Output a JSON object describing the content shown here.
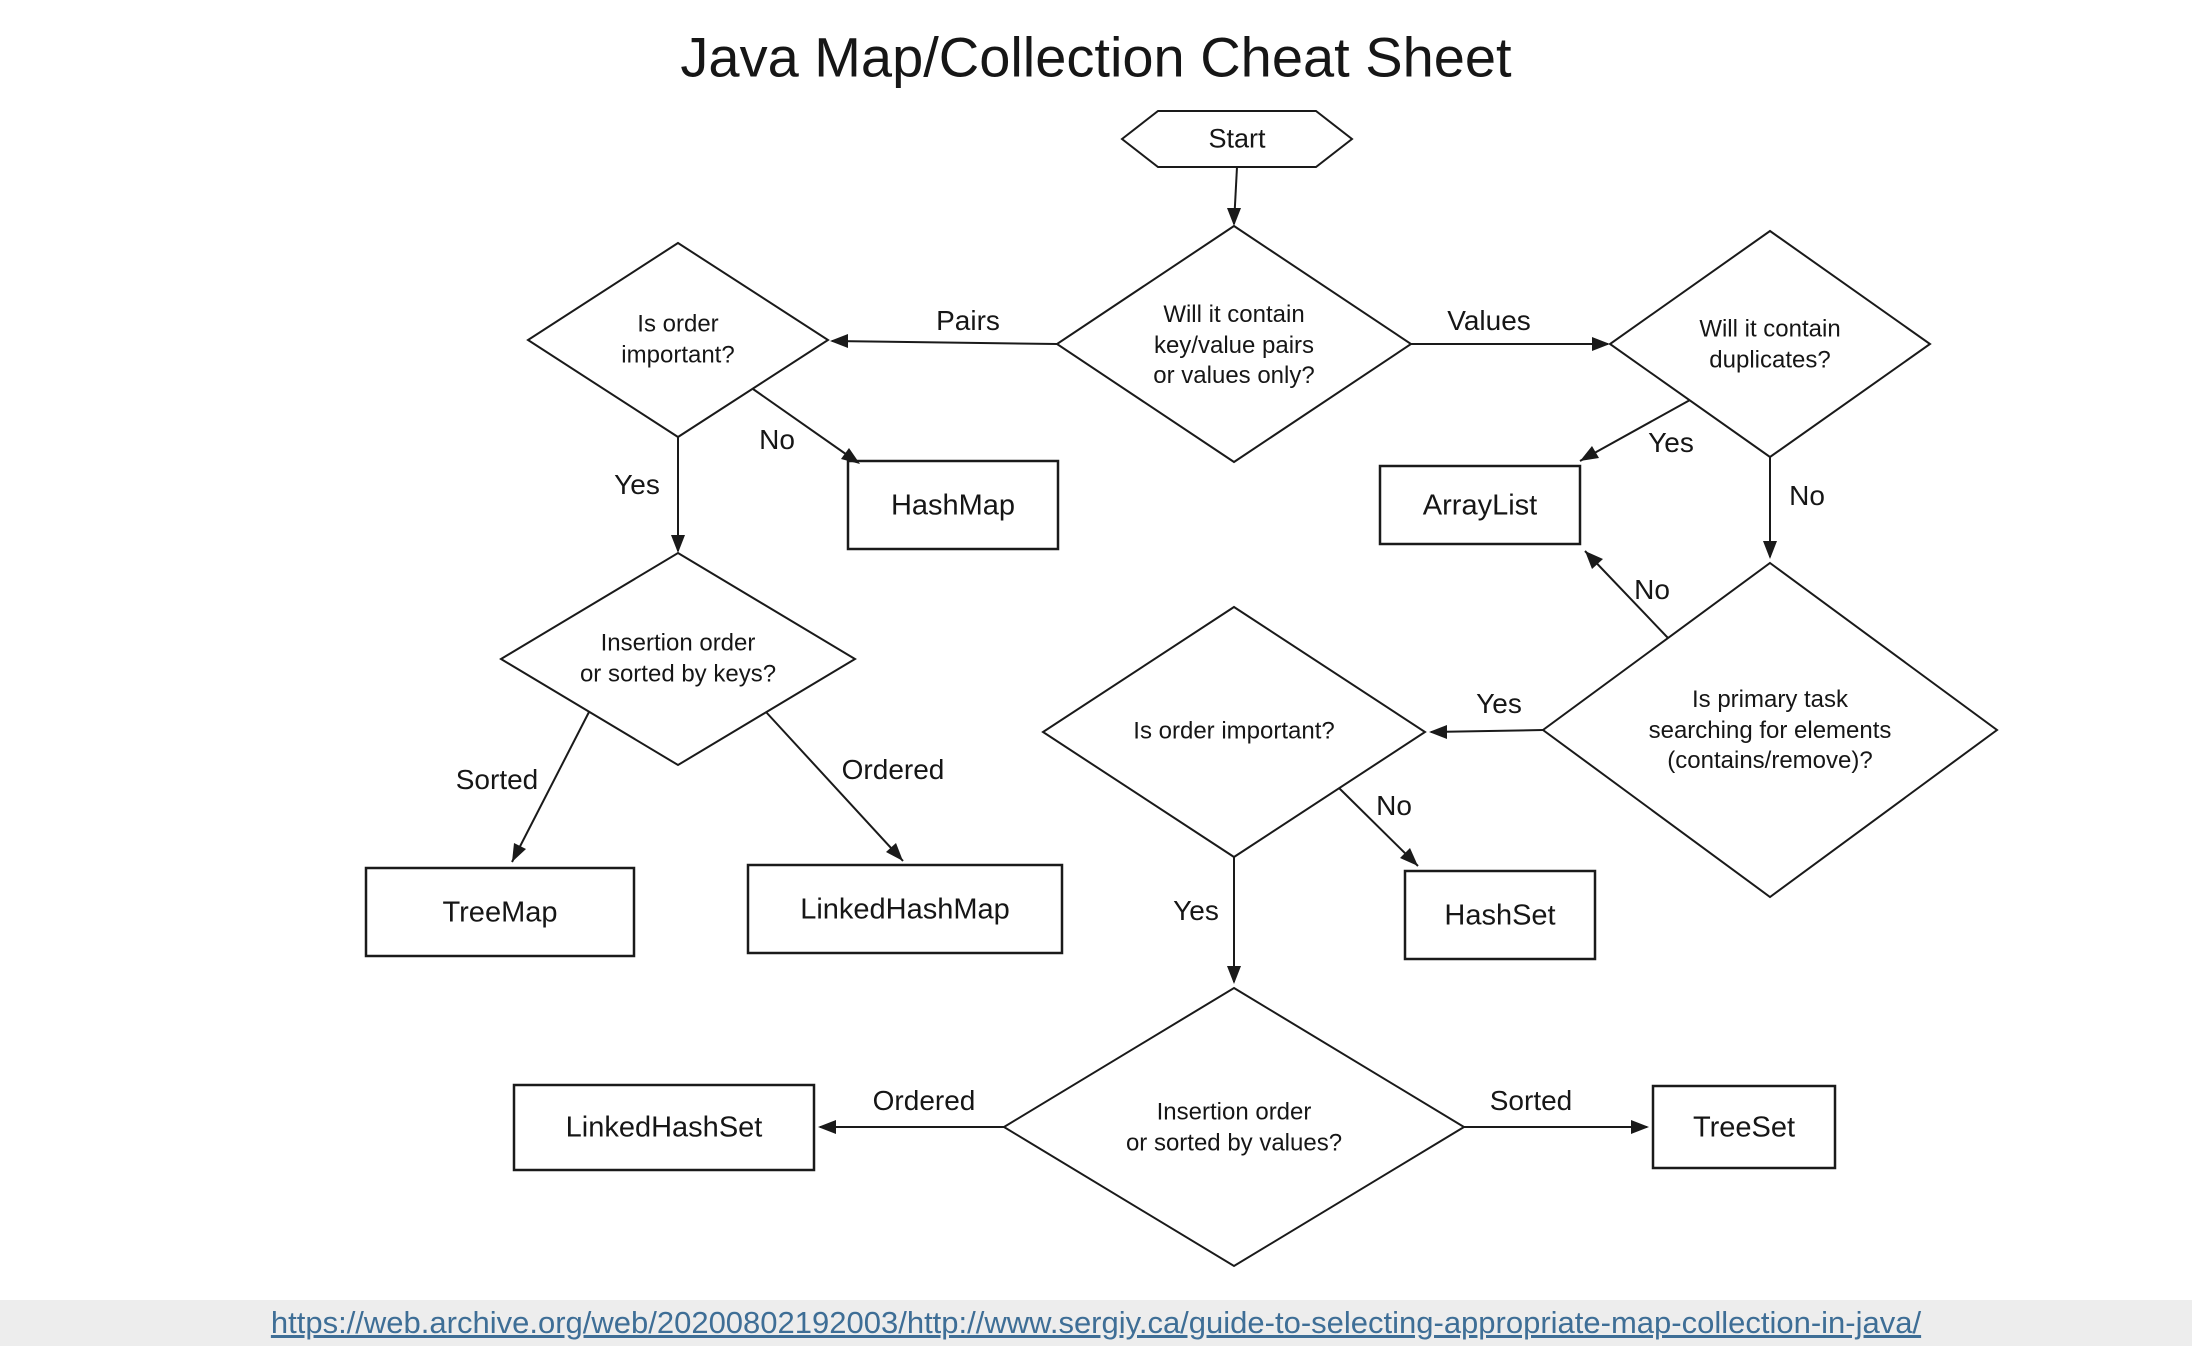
{
  "title": "Java Map/Collection Cheat Sheet",
  "nodes": {
    "start": "Start",
    "q_kv_or_values": "Will it contain\nkey/value pairs\nor values only?",
    "q_order_map": "Is order\nimportant?",
    "q_duplicates": "Will it contain\nduplicates?",
    "hashmap": "HashMap",
    "arraylist": "ArrayList",
    "q_insertion_keys": "Insertion order\nor sorted by keys?",
    "treemap": "TreeMap",
    "linkedhashmap": "LinkedHashMap",
    "q_primary_search": "Is primary task\nsearching for elements\n(contains/remove)?",
    "q_order_set": "Is order important?",
    "hashset": "HashSet",
    "q_insertion_values": "Insertion order\nor sorted by values?",
    "linkedhashset": "LinkedHashSet",
    "treeset": "TreeSet"
  },
  "edges": {
    "pairs": "Pairs",
    "values": "Values",
    "no_to_hashmap": "No",
    "yes_to_insertion_keys": "Yes",
    "yes_to_arraylist": "Yes",
    "no_to_primary_search": "No",
    "no_to_arraylist": "No",
    "yes_to_order_set": "Yes",
    "no_to_hashset": "No",
    "yes_to_insertion_values": "Yes",
    "sorted_to_treemap": "Sorted",
    "ordered_to_linkedhashmap": "Ordered",
    "ordered_to_linkedhashset": "Ordered",
    "sorted_to_treeset": "Sorted"
  },
  "footer": {
    "url": "https://web.archive.org/web/20200802192003/http://www.sergiy.ca/guide-to-selecting-appropriate-map-collection-in-java/"
  },
  "colors": {
    "stroke": "#1a1a1a",
    "text": "#161616",
    "link": "#3e6e96",
    "footer_bg": "#ededed"
  }
}
